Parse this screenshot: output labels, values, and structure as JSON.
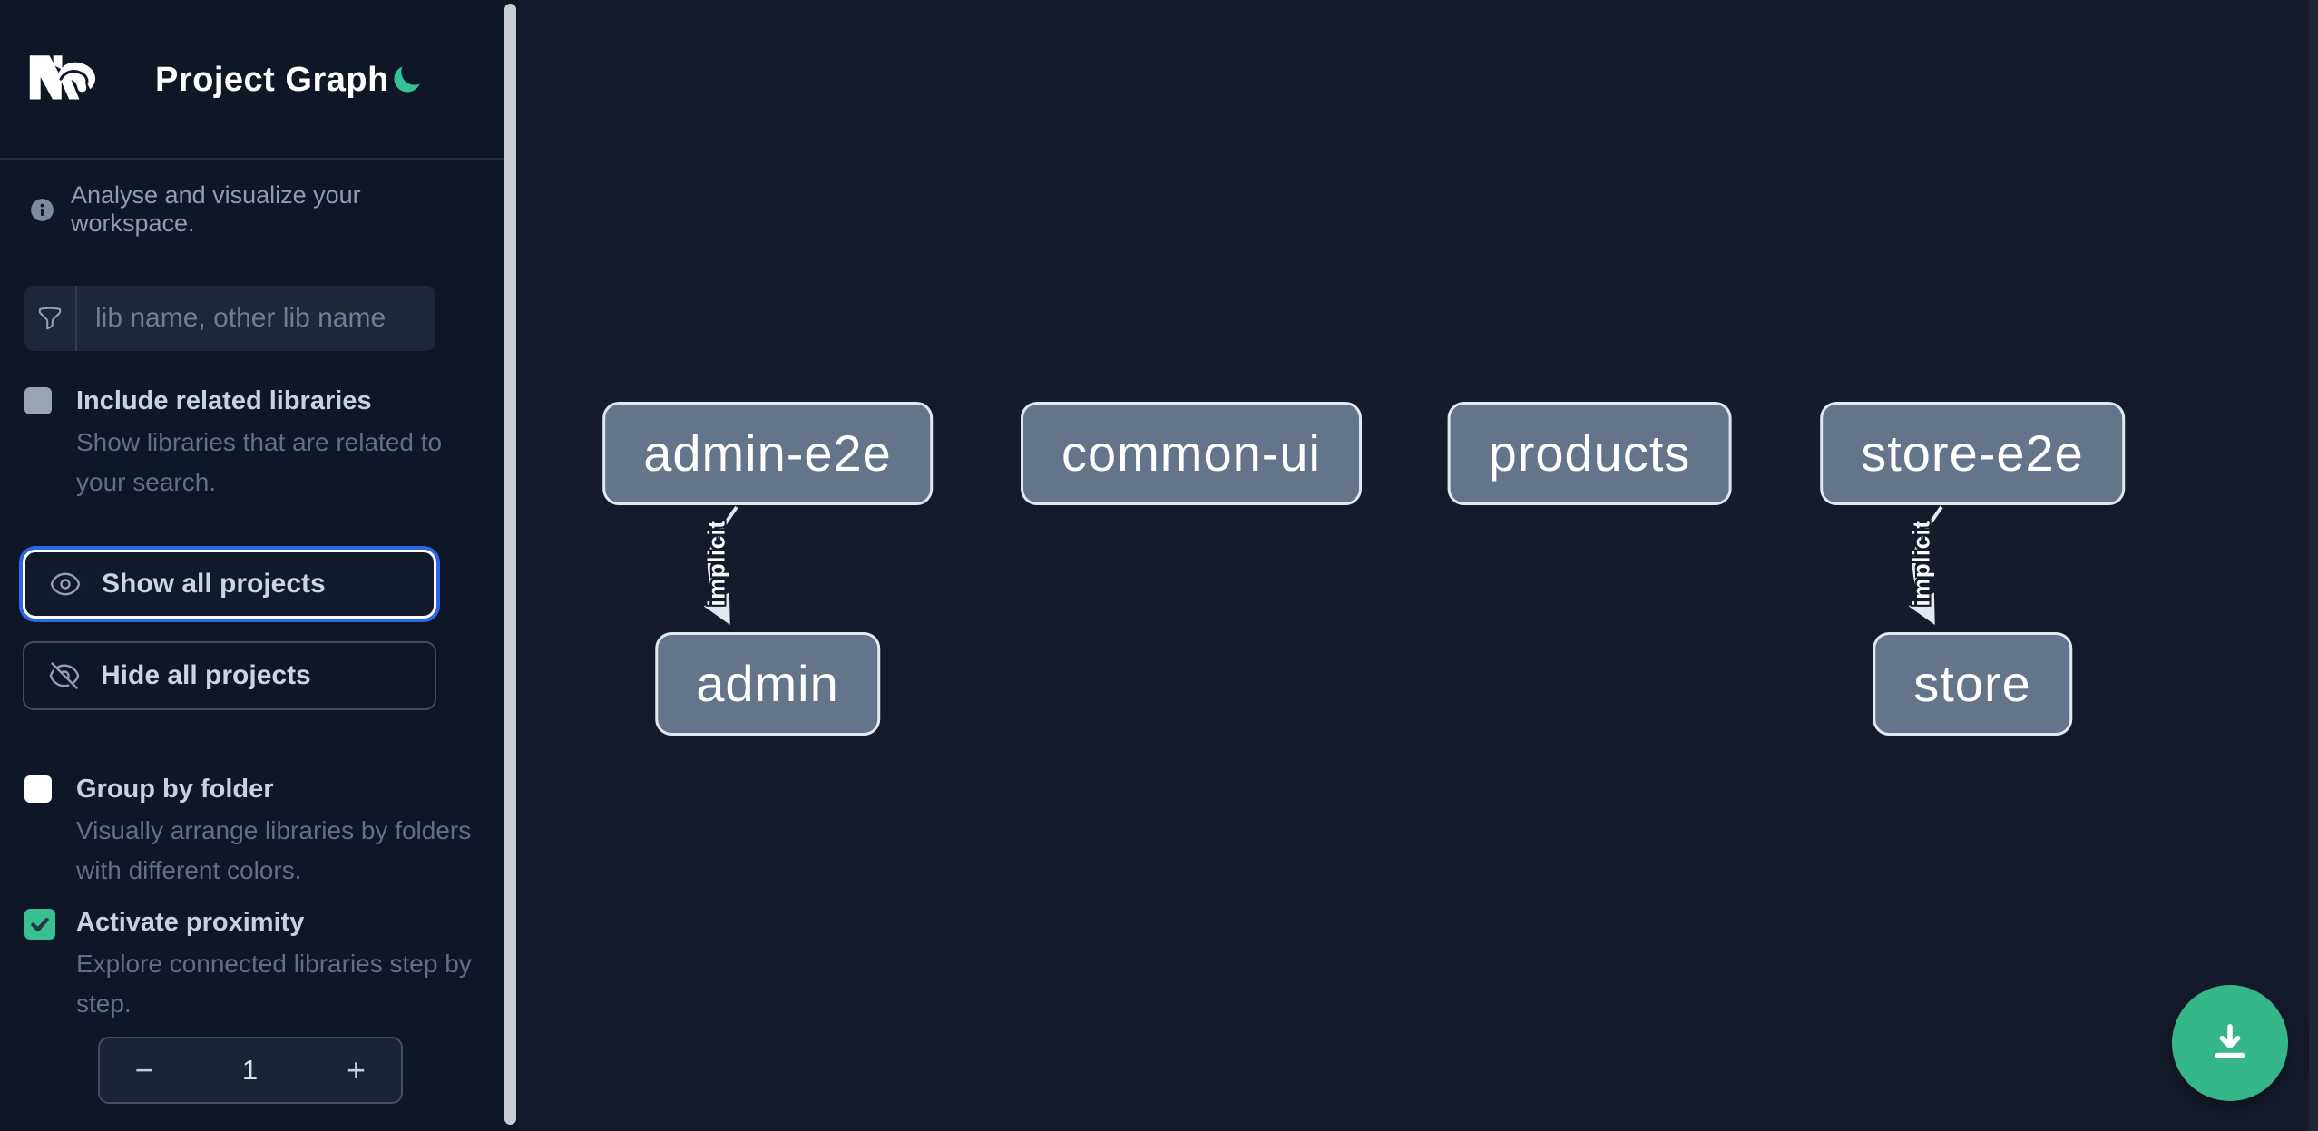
{
  "header": {
    "title": "Project Graph",
    "logo": "nx-logo",
    "theme_toggle_icon": "moon-icon",
    "accent_green": "#35b689"
  },
  "sidebar": {
    "tagline": "Analyse and visualize your workspace.",
    "search": {
      "placeholder": "lib name, other lib name",
      "value": "",
      "icon": "funnel-icon"
    },
    "include_related": {
      "label": "Include related libraries",
      "description": "Show libraries that are related to your search.",
      "checked": false
    },
    "show_all": {
      "label": "Show all projects",
      "icon": "eye-icon",
      "focused": true
    },
    "hide_all": {
      "label": "Hide all projects",
      "icon": "eye-slash-icon"
    },
    "group_by_folder": {
      "label": "Group by folder",
      "description": "Visually arrange libraries by folders with different colors.",
      "checked": false
    },
    "activate_proximity": {
      "label": "Activate proximity",
      "description": "Explore connected libraries step by step.",
      "checked": true
    },
    "stepper": {
      "decrement_label": "−",
      "value": "1",
      "increment_label": "+"
    }
  },
  "graph": {
    "nodes": [
      {
        "label": "admin-e2e"
      },
      {
        "label": "common-ui"
      },
      {
        "label": "products"
      },
      {
        "label": "store-e2e"
      },
      {
        "label": "admin"
      },
      {
        "label": "store"
      }
    ],
    "edges": [
      {
        "from": "admin-e2e",
        "to": "admin",
        "label": "implicit"
      },
      {
        "from": "store-e2e",
        "to": "store",
        "label": "implicit"
      }
    ],
    "node_fill": "#64748b",
    "node_border": "#e2e8f0",
    "edge_color": "#e2e8f0"
  },
  "fab": {
    "icon": "download-icon",
    "color": "#35b689"
  }
}
